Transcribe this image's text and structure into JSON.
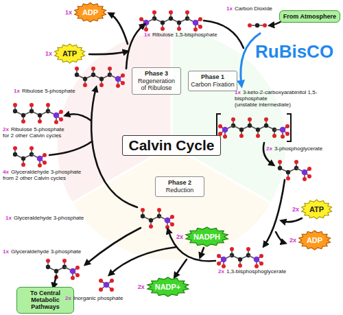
{
  "diagram": {
    "nodes": [
      {
        "text": [
          "From Atmosphere"
        ]
      },
      {
        "text": [
          "1x",
          "ADP"
        ]
      },
      {
        "text": [
          "1x",
          "ATP"
        ]
      },
      {
        "text": [
          "Phase 3",
          "Regeneration of Ribulose"
        ]
      },
      {
        "text": [
          "Phase 1",
          "Carbon Fixation"
        ]
      },
      {
        "text": [
          "Calvin Cycle"
        ]
      },
      {
        "text": [
          "Phase 2",
          "Reduction"
        ]
      },
      {
        "text": [
          "2x",
          "ATP"
        ]
      },
      {
        "text": [
          "2x",
          "ADP"
        ]
      },
      {
        "text": [
          "2x",
          "NADPH"
        ]
      },
      {
        "text": [
          "2x",
          "NADP+"
        ]
      },
      {
        "text": [
          "To Central Metabolic Pathways"
        ]
      }
    ],
    "labels": [
      "1x",
      "Carbon Dioxide",
      "RuBisCO",
      "1x",
      "3-keto-2-carboxyarabinitol 1,5-bisphosphate",
      "(unstable intermediate)",
      "2x",
      "3-phosphoglycerate",
      "2x",
      "1,3-bisphosphoglycerate",
      "2x",
      "Inorganic phosphate",
      "1x",
      "Glyceraldehyde 3-phosphate",
      "1x",
      "Glyceraldehyde 3-phosphate",
      "4x",
      "Glyceraldehyde 3-phosphate",
      "from 2 other Calvin cycles",
      "2x",
      "Ribulose 5-phosphate",
      "for 2 other Calvin cycles",
      "1x",
      "Ribulose 5-phosphate",
      "1x",
      "Ribulose 1,5-bisphosphate"
    ]
  }
}
